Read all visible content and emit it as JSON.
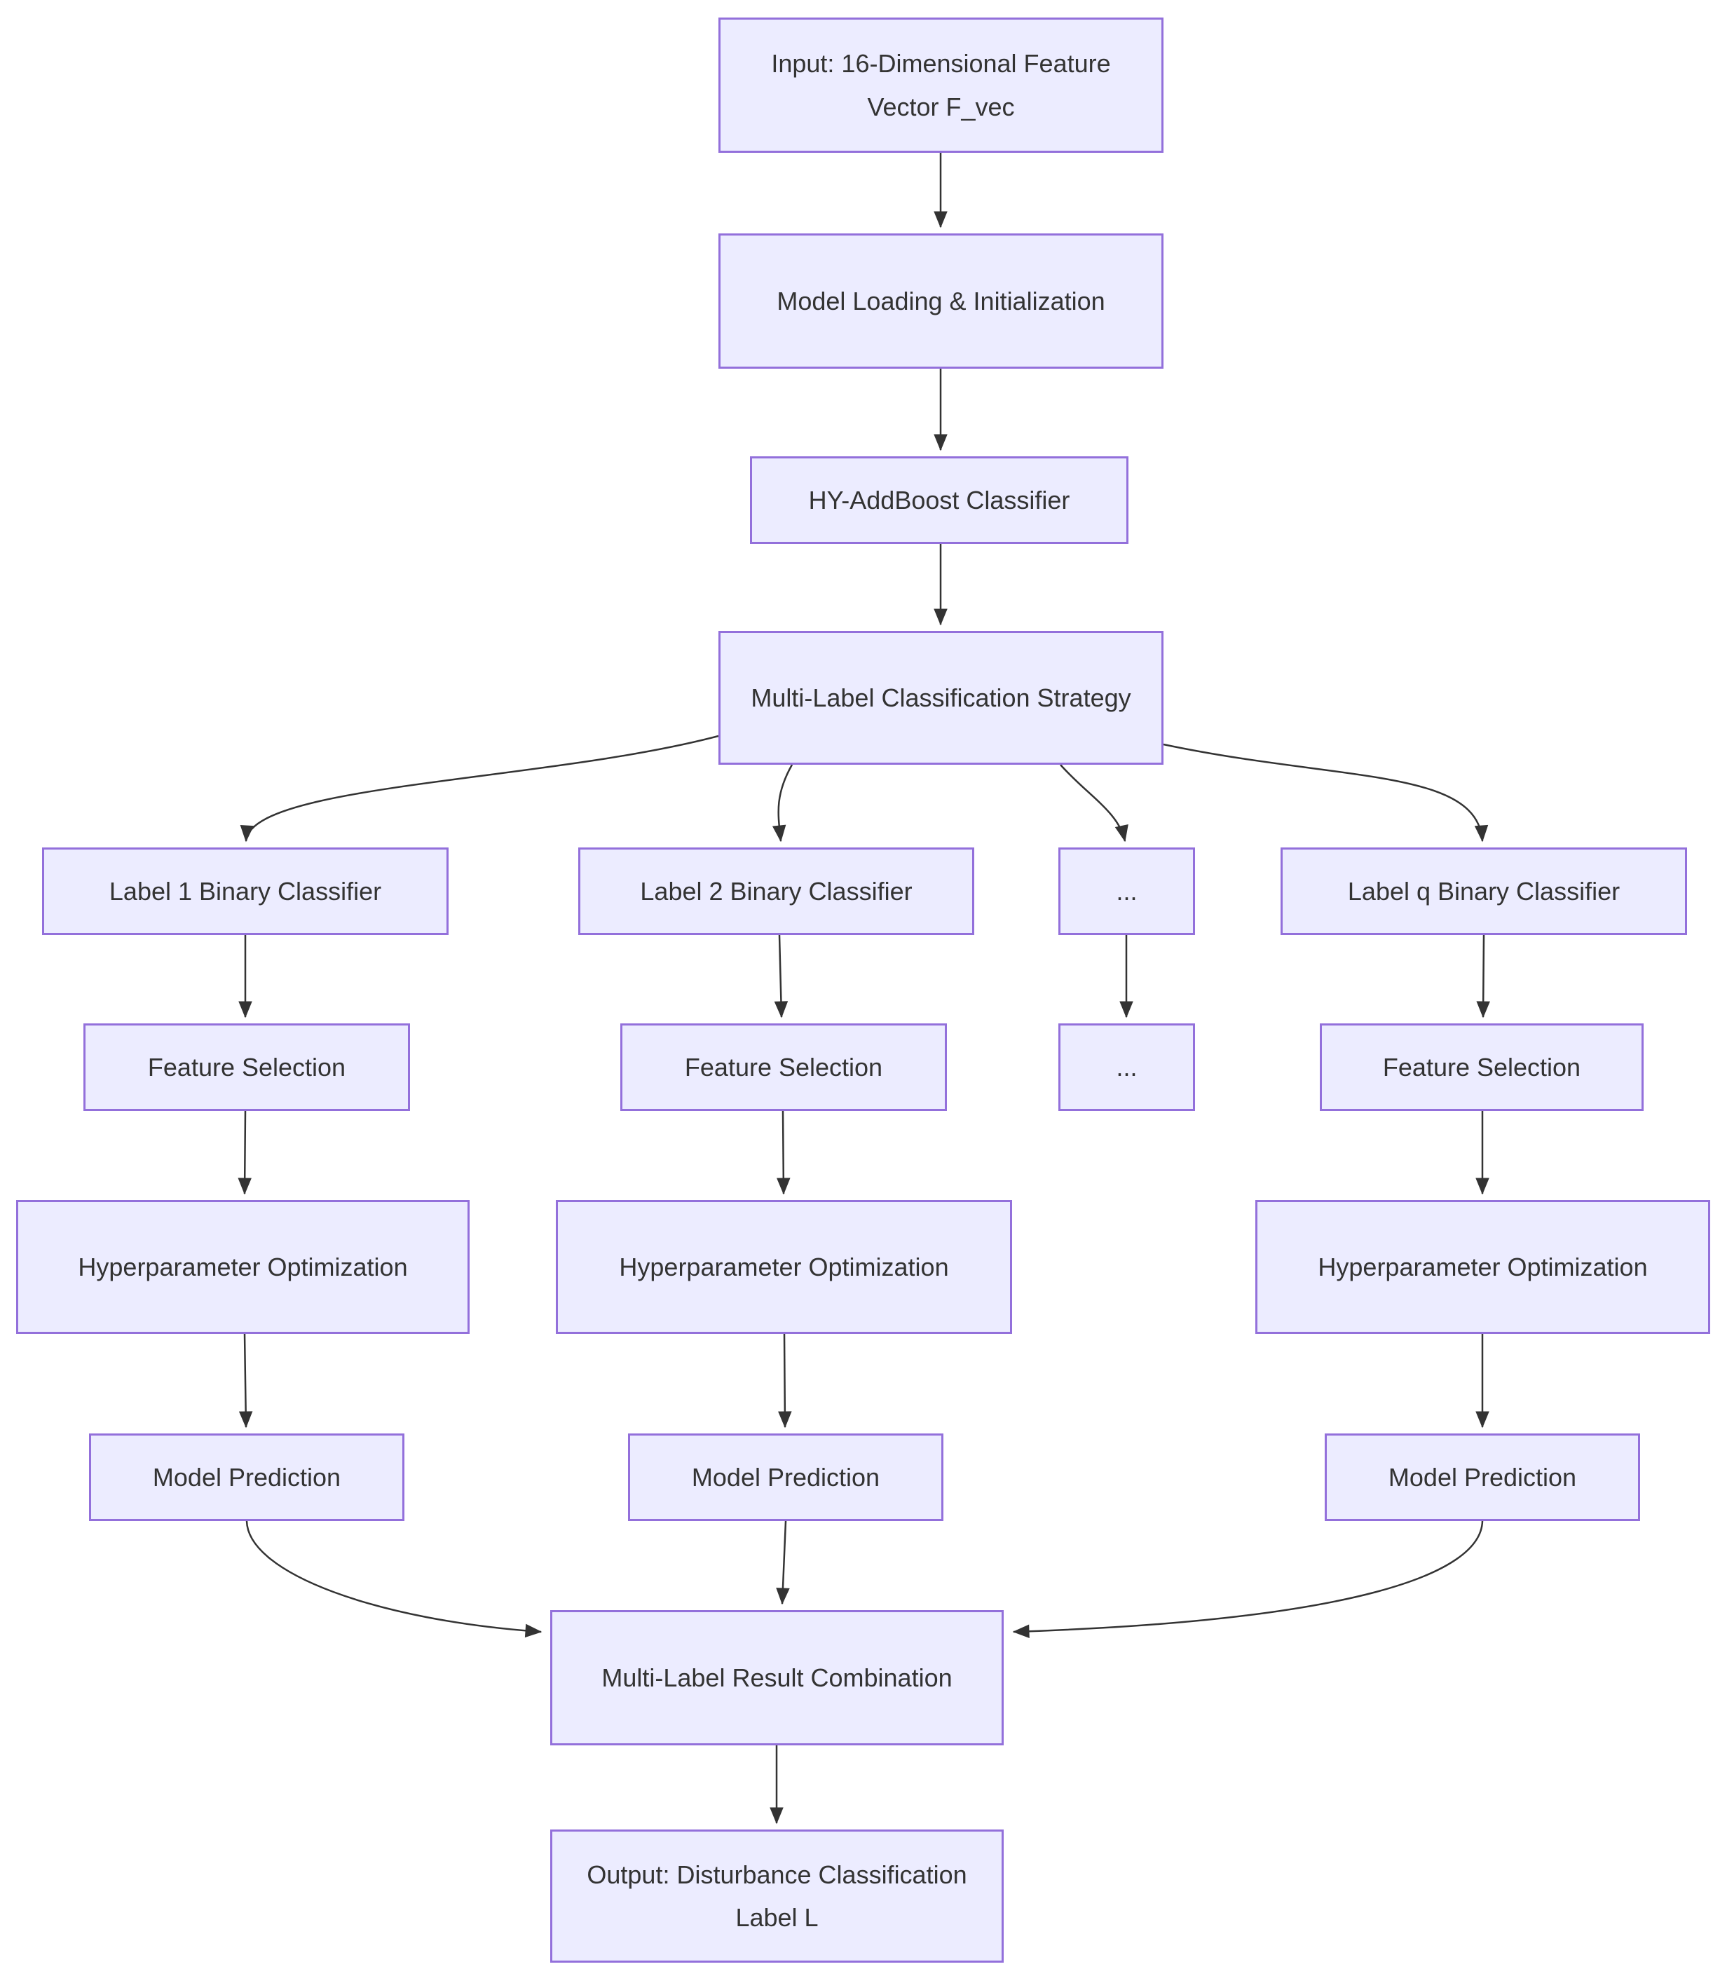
{
  "diagram": {
    "type": "flowchart",
    "direction": "top-down",
    "background_color": "#ffffff",
    "node_fill_color": "#ECECFF",
    "node_border_color": "#9370DB",
    "text_color": "#333333",
    "arrow_color": "#333333",
    "nodes": {
      "input": {
        "label": "Input: 16-Dimensional Feature Vector F_vec"
      },
      "loading": {
        "label": "Model Loading & Initialization"
      },
      "classifier": {
        "label": "HY-AddBoost Classifier"
      },
      "strategy": {
        "label": "Multi-Label Classification Strategy"
      },
      "label1": {
        "label": "Label 1 Binary Classifier"
      },
      "label2": {
        "label": "Label 2 Binary Classifier"
      },
      "dots_top": {
        "label": "..."
      },
      "labelq": {
        "label": "Label q Binary Classifier"
      },
      "fs1": {
        "label": "Feature Selection"
      },
      "fs2": {
        "label": "Feature Selection"
      },
      "dots_bottom": {
        "label": "..."
      },
      "fsq": {
        "label": "Feature Selection"
      },
      "hp1": {
        "label": "Hyperparameter Optimization"
      },
      "hp2": {
        "label": "Hyperparameter Optimization"
      },
      "hpq": {
        "label": "Hyperparameter Optimization"
      },
      "mp1": {
        "label": "Model Prediction"
      },
      "mp2": {
        "label": "Model Prediction"
      },
      "mpq": {
        "label": "Model Prediction"
      },
      "result": {
        "label": "Multi-Label Result Combination"
      },
      "output": {
        "label": "Output: Disturbance Classification Label L"
      }
    },
    "edges": [
      {
        "from": "input",
        "to": "loading"
      },
      {
        "from": "loading",
        "to": "classifier"
      },
      {
        "from": "classifier",
        "to": "strategy"
      },
      {
        "from": "strategy",
        "to": "label1"
      },
      {
        "from": "strategy",
        "to": "label2"
      },
      {
        "from": "strategy",
        "to": "dots_top"
      },
      {
        "from": "strategy",
        "to": "labelq"
      },
      {
        "from": "label1",
        "to": "fs1"
      },
      {
        "from": "label2",
        "to": "fs2"
      },
      {
        "from": "dots_top",
        "to": "dots_bottom"
      },
      {
        "from": "labelq",
        "to": "fsq"
      },
      {
        "from": "fs1",
        "to": "hp1"
      },
      {
        "from": "fs2",
        "to": "hp2"
      },
      {
        "from": "fsq",
        "to": "hpq"
      },
      {
        "from": "hp1",
        "to": "mp1"
      },
      {
        "from": "hp2",
        "to": "mp2"
      },
      {
        "from": "hpq",
        "to": "mpq"
      },
      {
        "from": "mp1",
        "to": "result"
      },
      {
        "from": "mp2",
        "to": "result"
      },
      {
        "from": "mpq",
        "to": "result"
      },
      {
        "from": "result",
        "to": "output"
      }
    ]
  }
}
